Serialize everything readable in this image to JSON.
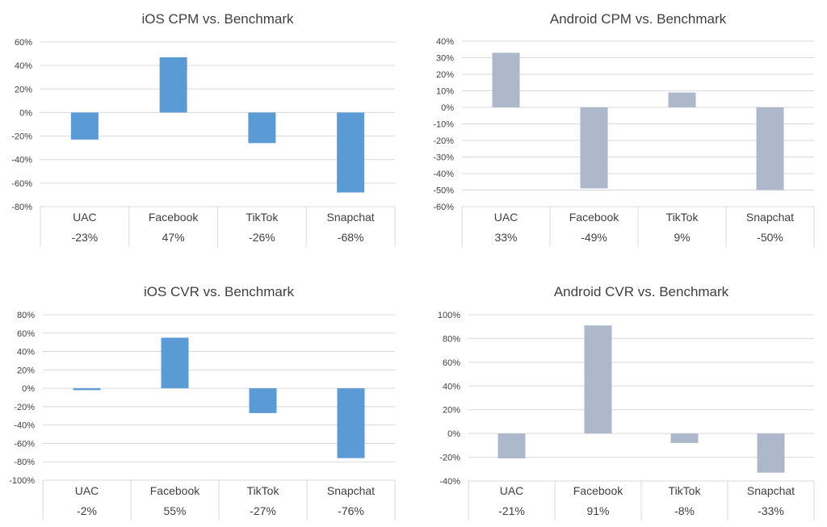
{
  "chart_data": [
    {
      "id": "ios-cpm",
      "type": "bar",
      "title": "iOS CPM vs. Benchmark",
      "categories": [
        "UAC",
        "Facebook",
        "TikTok",
        "Snapchat"
      ],
      "values": [
        -23,
        47,
        -26,
        -68
      ],
      "data_labels": [
        "-23%",
        "47%",
        "-26%",
        "-68%"
      ],
      "ylim": [
        -80,
        60
      ],
      "yticks": [
        60,
        40,
        20,
        0,
        -20,
        -40,
        -60,
        -80
      ],
      "ytick_labels": [
        "60%",
        "40%",
        "20%",
        "0%",
        "-20%",
        "-40%",
        "-60%",
        "-80%"
      ],
      "color": "#5b9bd5",
      "grid": true
    },
    {
      "id": "android-cpm",
      "type": "bar",
      "title": "Android CPM vs. Benchmark",
      "categories": [
        "UAC",
        "Facebook",
        "TikTok",
        "Snapchat"
      ],
      "values": [
        33,
        -49,
        9,
        -50
      ],
      "data_labels": [
        "33%",
        "-49%",
        "9%",
        "-50%"
      ],
      "ylim": [
        -60,
        40
      ],
      "yticks": [
        40,
        30,
        20,
        10,
        0,
        -10,
        -20,
        -30,
        -40,
        -50,
        -60
      ],
      "ytick_labels": [
        "40%",
        "30%",
        "20%",
        "10%",
        "0%",
        "-10%",
        "-20%",
        "-30%",
        "-40%",
        "-50%",
        "-60%"
      ],
      "color": "#adb9ca",
      "grid": true
    },
    {
      "id": "ios-cvr",
      "type": "bar",
      "title": "iOS CVR vs. Benchmark",
      "categories": [
        "UAC",
        "Facebook",
        "TikTok",
        "Snapchat"
      ],
      "values": [
        -2,
        55,
        -27,
        -76
      ],
      "data_labels": [
        "-2%",
        "55%",
        "-27%",
        "-76%"
      ],
      "ylim": [
        -100,
        80
      ],
      "yticks": [
        80,
        60,
        40,
        20,
        0,
        -20,
        -40,
        -60,
        -80,
        -100
      ],
      "ytick_labels": [
        "80%",
        "60%",
        "40%",
        "20%",
        "0%",
        "-20%",
        "-40%",
        "-60%",
        "-80%",
        "-100%"
      ],
      "color": "#5b9bd5",
      "grid": true
    },
    {
      "id": "android-cvr",
      "type": "bar",
      "title": "Android CVR vs. Benchmark",
      "categories": [
        "UAC",
        "Facebook",
        "TikTok",
        "Snapchat"
      ],
      "values": [
        -21,
        91,
        -8,
        -33
      ],
      "data_labels": [
        "-21%",
        "91%",
        "-8%",
        "-33%"
      ],
      "ylim": [
        -40,
        100
      ],
      "yticks": [
        100,
        80,
        60,
        40,
        20,
        0,
        -20,
        -40
      ],
      "ytick_labels": [
        "100%",
        "80%",
        "60%",
        "40%",
        "20%",
        "0%",
        "-20%",
        "-40%"
      ],
      "color": "#adb9ca",
      "grid": true
    }
  ]
}
